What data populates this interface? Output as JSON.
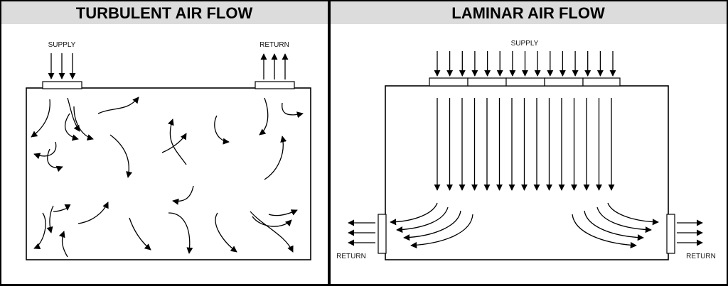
{
  "panels": {
    "turbulent": {
      "title": "TURBULENT AIR FLOW",
      "supply_label": "SUPPLY",
      "return_label": "RETURN"
    },
    "laminar": {
      "title": "LAMINAR AIR FLOW",
      "supply_label": "SUPPLY",
      "return_left_label": "RETURN",
      "return_right_label": "RETURN"
    }
  },
  "colors": {
    "ink": "#000000",
    "paper": "#ffffff",
    "title_band": "#dcdcdc"
  }
}
